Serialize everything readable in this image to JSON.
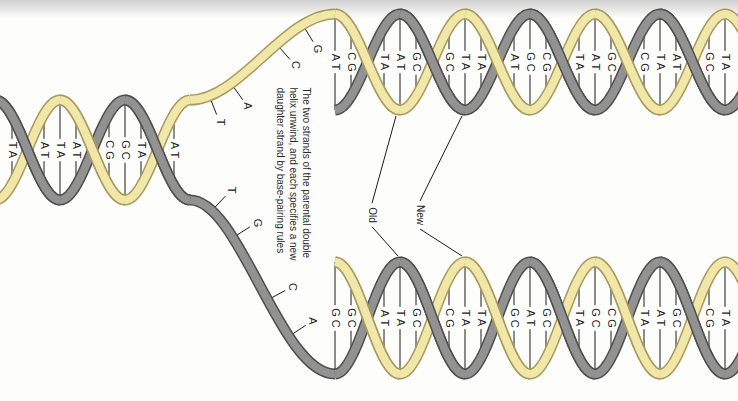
{
  "diagram": {
    "labels": [
      "T A",
      "A T",
      "T A",
      "A T",
      "C G",
      "G C",
      "T A",
      "A T",
      "T",
      "A",
      "C",
      "G",
      "T",
      "G",
      "C",
      "A",
      "The two strands of the parental double helix unwind, and each specifies a new daughter strand by base-pairing rules",
      "Old",
      "New",
      "A T",
      "C G",
      "T A",
      "A T",
      "G C",
      "G C",
      "T A",
      "T A",
      "A T",
      "G C",
      "C G",
      "T A",
      "A T",
      "G C",
      "C G",
      "T A",
      "A T",
      "G C",
      "T A",
      "G C",
      "G C",
      "A T",
      "T A",
      "G C",
      "C G",
      "T A",
      "T A",
      "G C",
      "A T",
      "G C",
      "T A",
      "G C",
      "C G",
      "T A",
      "A T",
      "G C",
      "C G",
      "T A"
    ]
  }
}
